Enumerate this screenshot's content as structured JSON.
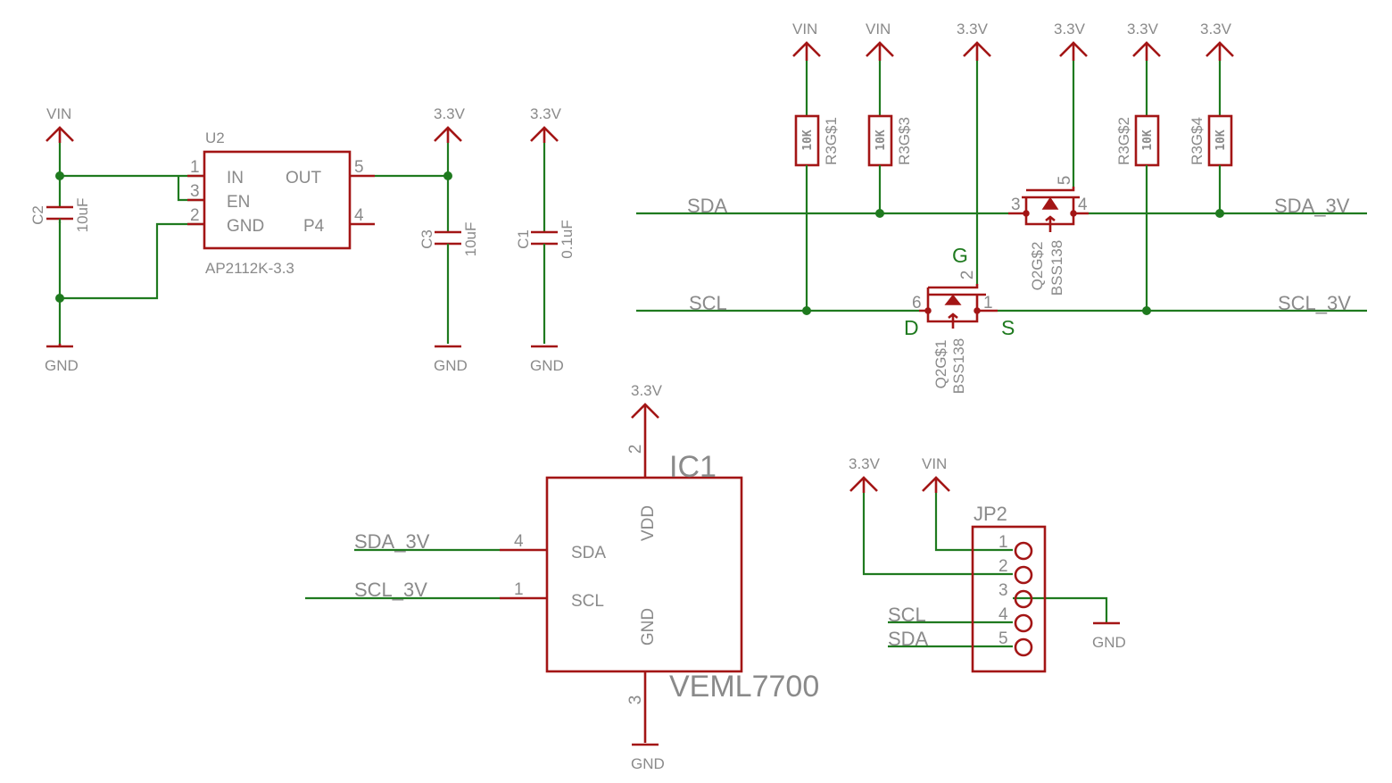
{
  "power": {
    "vin": "VIN",
    "v33": "3.3V",
    "gnd": "GND"
  },
  "regulator": {
    "ref": "U2",
    "value": "AP2112K-3.3",
    "pins": {
      "in": "IN",
      "en": "EN",
      "gnd": "GND",
      "out": "OUT",
      "p4": "P4"
    },
    "pin_numbers": {
      "in": "1",
      "en": "3",
      "gnd": "2",
      "out": "5",
      "p4": "4"
    }
  },
  "capacitors": [
    {
      "ref": "C2",
      "value": "10uF"
    },
    {
      "ref": "C3",
      "value": "10uF"
    },
    {
      "ref": "C1",
      "value": "0.1uF"
    }
  ],
  "resistors": [
    {
      "ref": "R3G$1",
      "value": "10K"
    },
    {
      "ref": "R3G$3",
      "value": "10K"
    },
    {
      "ref": "R3G$2",
      "value": "10K"
    },
    {
      "ref": "R3G$4",
      "value": "10K"
    }
  ],
  "nets": {
    "sda": "SDA",
    "scl": "SCL",
    "sda_3v": "SDA_3V",
    "scl_3v": "SCL_3V"
  },
  "mosfets": [
    {
      "ref": "Q2G$1",
      "value": "BSS138",
      "pins": {
        "gate": "2",
        "source": "1",
        "drain": "6"
      }
    },
    {
      "ref": "Q2G$2",
      "value": "BSS138",
      "pins": {
        "gate": "5",
        "source": "4",
        "drain": "3"
      }
    }
  ],
  "mosfet_terminal_labels": {
    "gate": "G",
    "drain": "D",
    "source": "S"
  },
  "sensor": {
    "ref": "IC1",
    "value": "VEML7700",
    "pins": {
      "sda": "SDA",
      "scl": "SCL",
      "vdd": "VDD",
      "gnd": "GND"
    },
    "pin_numbers": {
      "sda": "4",
      "scl": "1",
      "vdd": "2",
      "gnd": "3"
    }
  },
  "connector": {
    "ref": "JP2",
    "pins": [
      "1",
      "2",
      "3",
      "4",
      "5"
    ]
  }
}
